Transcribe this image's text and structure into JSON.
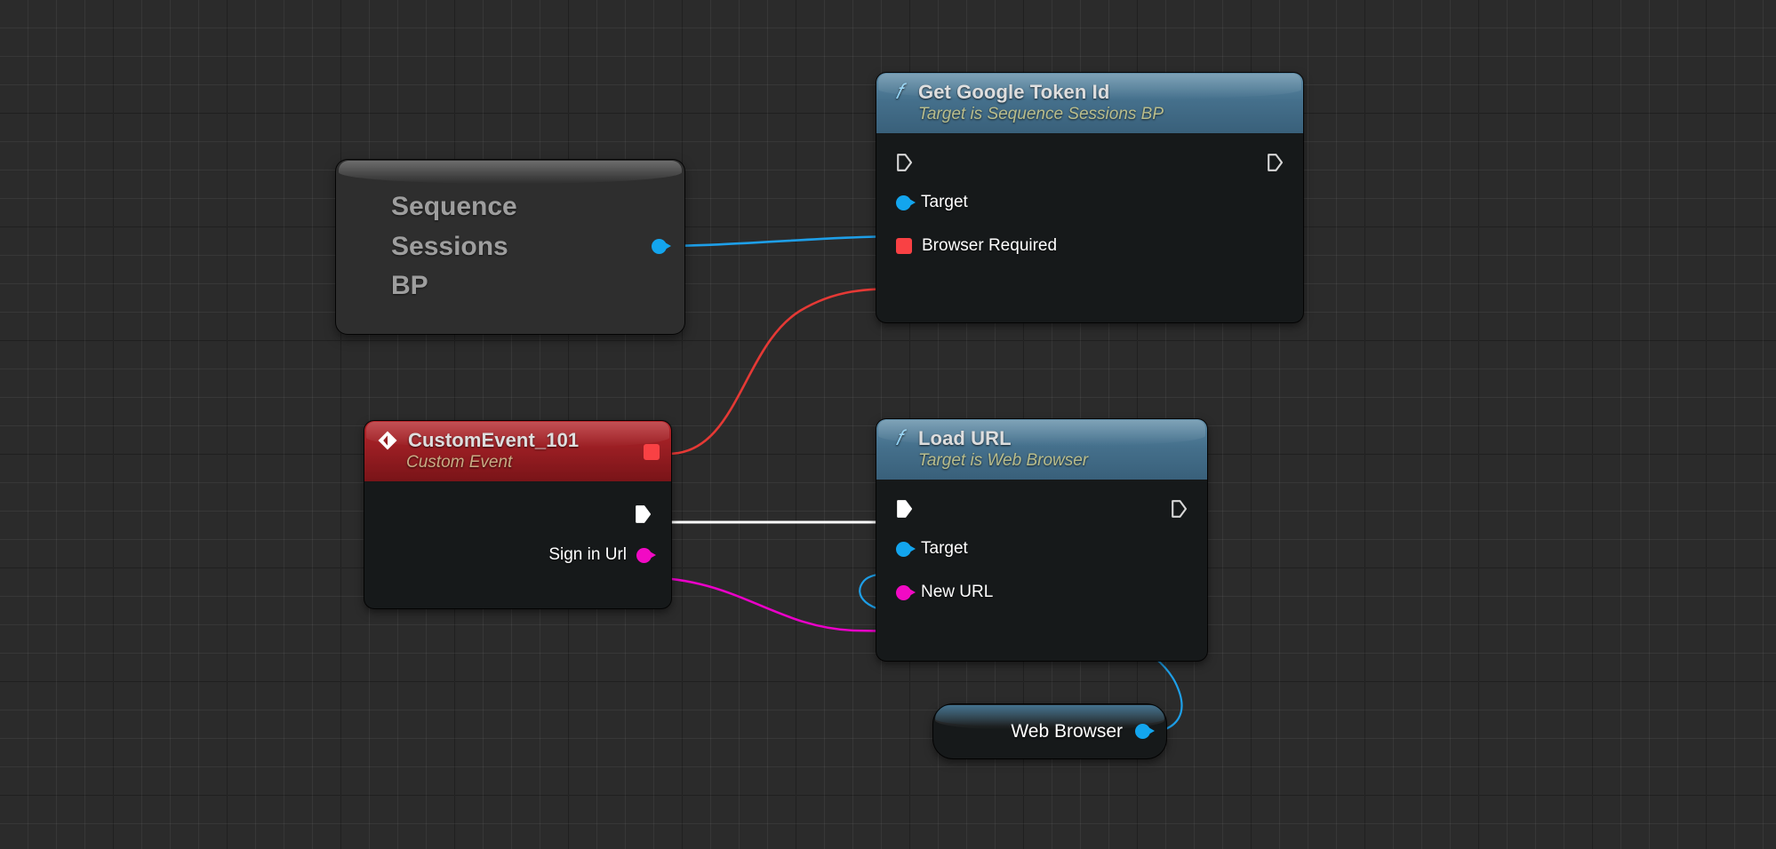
{
  "app": {
    "title": "Blueprint Event Graph",
    "background_color": "#2b2b2b",
    "grid_minor_color": "#333333",
    "grid_major_color": "#1e1e1e"
  },
  "palette": {
    "exec_wire": "#ffffff",
    "object_wire": "#1e9fe8",
    "bool_wire": "#e53935",
    "string_wire": "#ea00c8",
    "function_header": "#45708c",
    "event_header": "#971d22",
    "object_pin": "#13a5ee",
    "string_pin": "#f20ac4",
    "bool_pin": "#f94144"
  },
  "nodes": [
    {
      "id": "sequence-sessions-bp",
      "kind": "self-variable",
      "lines": [
        "Sequence",
        "Sessions",
        "BP"
      ],
      "output_pins": [
        {
          "name": "value",
          "type": "object",
          "color": "#13a5ee",
          "connected": true
        }
      ]
    },
    {
      "id": "get-google-token-id",
      "kind": "function",
      "icon": "function-icon",
      "title": "Get Google Token Id",
      "subtitle": "Target is Sequence Sessions BP",
      "input_pins": [
        {
          "name": "exec-in",
          "label": "",
          "type": "exec",
          "connected": false
        },
        {
          "name": "Target",
          "label": "Target",
          "type": "object",
          "color": "#13a5ee",
          "connected": true
        },
        {
          "name": "Browser Required",
          "label": "Browser Required",
          "type": "bool",
          "color": "#f94144",
          "connected": true
        }
      ],
      "output_pins": [
        {
          "name": "exec-out",
          "label": "",
          "type": "exec",
          "connected": false
        }
      ]
    },
    {
      "id": "custom-event-101",
      "kind": "event",
      "icon": "event-diamond-icon",
      "title": "CustomEvent_101",
      "subtitle": "Custom Event",
      "header_output_pins": [
        {
          "name": "delegate",
          "type": "bool",
          "color": "#f94144",
          "connected": true
        }
      ],
      "output_pins": [
        {
          "name": "exec-out",
          "label": "",
          "type": "exec",
          "connected": true
        },
        {
          "name": "Sign in Url",
          "label": "Sign in Url",
          "type": "string",
          "color": "#f20ac4",
          "connected": true
        }
      ]
    },
    {
      "id": "load-url",
      "kind": "function",
      "icon": "function-icon",
      "title": "Load URL",
      "subtitle": "Target is Web Browser",
      "input_pins": [
        {
          "name": "exec-in",
          "label": "",
          "type": "exec",
          "connected": true
        },
        {
          "name": "Target",
          "label": "Target",
          "type": "object",
          "color": "#13a5ee",
          "connected": true
        },
        {
          "name": "New URL",
          "label": "New URL",
          "type": "string",
          "color": "#f20ac4",
          "connected": true
        }
      ],
      "output_pins": [
        {
          "name": "exec-out",
          "label": "",
          "type": "exec",
          "connected": false
        }
      ]
    },
    {
      "id": "web-browser",
      "kind": "variable",
      "label": "Web Browser",
      "output_pins": [
        {
          "name": "value",
          "type": "object",
          "color": "#13a5ee",
          "connected": true
        }
      ]
    }
  ],
  "wires": [
    {
      "id": "wire-sessions-to-target",
      "from": "sequence-sessions-bp.value",
      "to": "get-google-token-id.Target",
      "type": "object",
      "color": "#1e9fe8"
    },
    {
      "id": "wire-event-to-browser-required",
      "from": "custom-event-101.delegate",
      "to": "get-google-token-id.Browser Required",
      "type": "bool",
      "color": "#e53935"
    },
    {
      "id": "wire-event-exec-to-loadurl",
      "from": "custom-event-101.exec-out",
      "to": "load-url.exec-in",
      "type": "exec",
      "color": "#ffffff"
    },
    {
      "id": "wire-signinurl-to-newurl",
      "from": "custom-event-101.Sign in Url",
      "to": "load-url.New URL",
      "type": "string",
      "color": "#ea00c8"
    },
    {
      "id": "wire-webbrowser-to-target",
      "from": "web-browser.value",
      "to": "load-url.Target",
      "type": "object",
      "color": "#1e9fe8"
    }
  ]
}
